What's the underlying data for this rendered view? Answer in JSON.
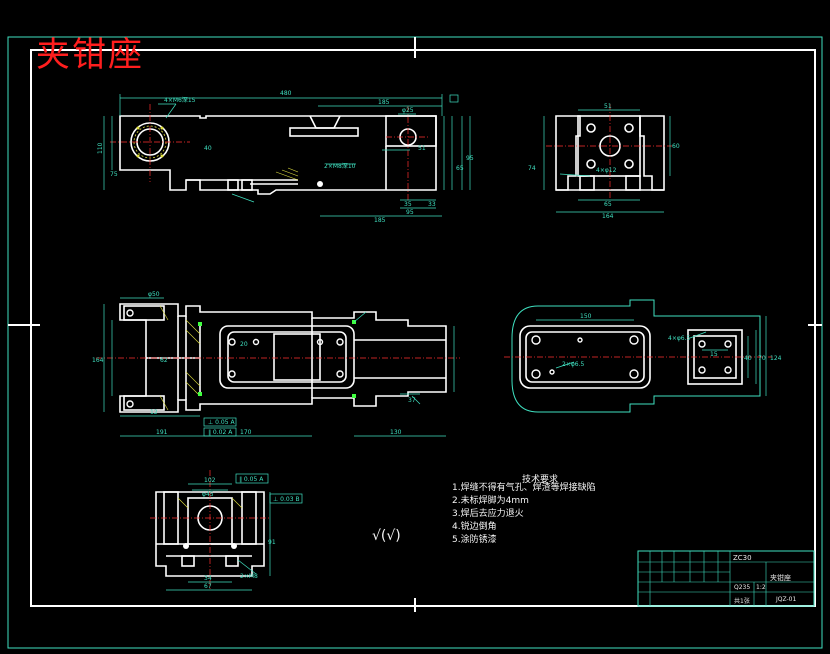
{
  "drawing": {
    "title": "夹钳座",
    "roughness_symbol": "√(√)"
  },
  "tech_requirements": {
    "heading": "技术要求",
    "items": [
      "1.焊缝不得有气孔、焊渣等焊接缺陷",
      "2.未标焊脚为4mm",
      "3.焊后去应力退火",
      "4.锐边倒角",
      "5.涂防锈漆"
    ]
  },
  "dimensions": {
    "front": {
      "overall": "480",
      "right_part": "185",
      "hole_dim": "φ25",
      "hole_note": "4×M6深15",
      "bolt_note": "2×M8深10",
      "height_left": "110",
      "height_inner": "75",
      "height_right_1": "95",
      "height_right_2": "65",
      "dim_bottom_1": "35",
      "dim_bottom_2": "33",
      "dim_bottom_total": "185",
      "dim_bottom_inner": "95",
      "dim_small": "51",
      "dim_40": "40"
    },
    "side": {
      "top": "51",
      "bottom_inner": "65",
      "bottom_overall": "164",
      "height": "74",
      "right_height": "60",
      "hole_note": "4×φ12"
    },
    "top_view": {
      "width_left": "φ50",
      "total": "191",
      "middle": "170",
      "right": "130",
      "height": "164",
      "inner_height": "62",
      "dim_20": "20",
      "dim_12": "12",
      "dim_37": "37"
    },
    "bottom_view": {
      "length": "150",
      "height_1": "40",
      "height_2": "70",
      "height_3": "124",
      "small": "15",
      "hole_note": "2×φ6.5",
      "hole_note_2": "4×φ6.5"
    },
    "section": {
      "top_width": "102",
      "mid_width": "φ45",
      "bottom_1": "34",
      "bottom_2": "67",
      "height": "91",
      "thread": "2×M8"
    }
  },
  "gdt": {
    "frame_1": [
      "∥",
      "0.05",
      "A"
    ],
    "frame_2": [
      "⊥",
      "0.03",
      "B"
    ],
    "frame_3": [
      "⊥",
      "0.05",
      "A"
    ],
    "frame_4": [
      "∥",
      "0.02",
      "A"
    ]
  },
  "title_block": {
    "drawing_no": "ZC30",
    "part_name": "夹钳座",
    "material": "Q235",
    "scale": "1:2",
    "sheet": "共1张",
    "code": "JQZ-01"
  },
  "colors": {
    "background": "#000000",
    "outline": "#ffffff",
    "dimension": "#3fe0c0",
    "center": "#ff3030",
    "title": "#ff1e1e",
    "hatch": "#e0e040",
    "highlight": "#40ff40"
  }
}
